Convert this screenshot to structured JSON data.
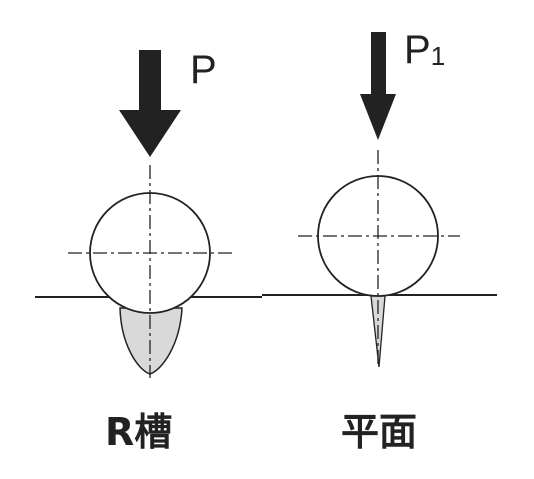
{
  "labels": {
    "force_left": "P",
    "force_right_main": "P",
    "force_right_sub": "1",
    "caption_left": "R槽",
    "caption_right": "平面"
  },
  "colors": {
    "line": "#222222",
    "fill": "#d9d9d9",
    "background": "#ffffff"
  }
}
